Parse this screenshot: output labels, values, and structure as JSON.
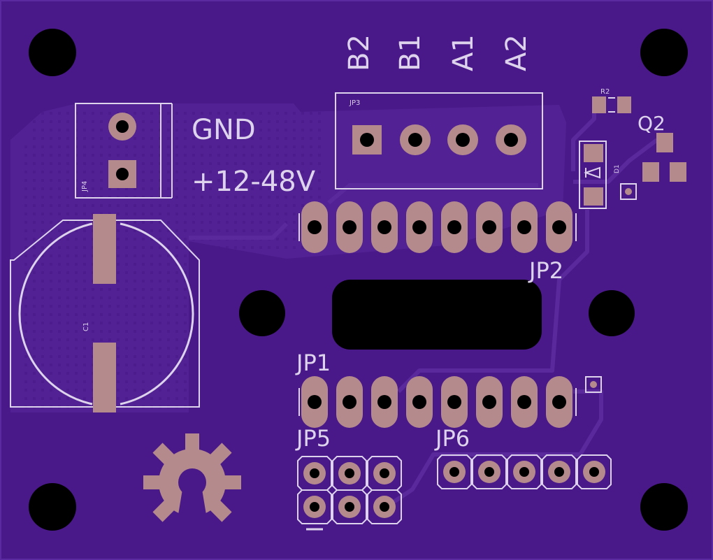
{
  "colors": {
    "board": "#4a1989",
    "board_edge": "#5b2aa0",
    "trace": "#5a2a9c",
    "silk": "#ddd3ec",
    "copper": "#b48a8c",
    "drill": "#000000"
  },
  "labels": {
    "gnd": "GND",
    "power": "+12-48V",
    "jp1": "JP1",
    "jp2": "JP2",
    "jp3": "JP3",
    "jp4": "JP4",
    "jp5": "JP5",
    "jp6": "JP6",
    "q2": "Q2",
    "r2": "R2",
    "d1": "D1",
    "c1": "C1"
  },
  "motor_pins": [
    "B2",
    "B1",
    "A1",
    "A2"
  ],
  "logo": "open-hardware-gear"
}
